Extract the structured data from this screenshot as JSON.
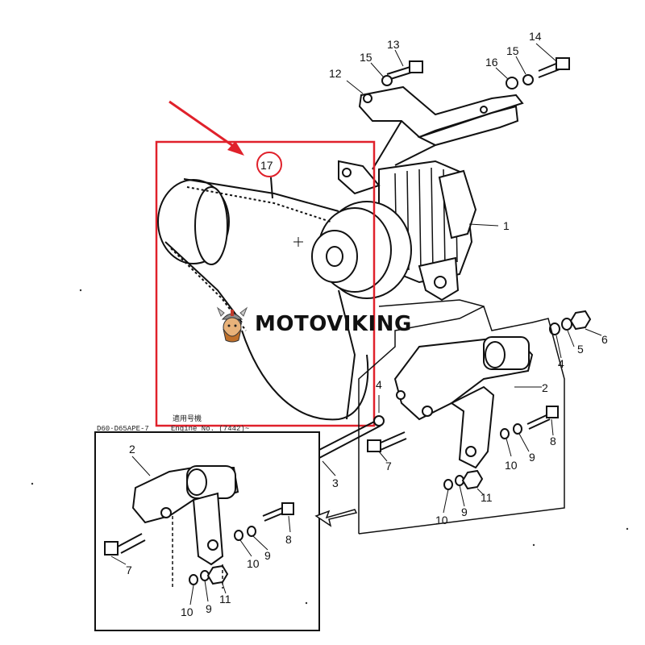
{
  "diagram": {
    "callouts": {
      "c1": "1",
      "c2a": "2",
      "c2b": "2",
      "c3": "3",
      "c4a": "4",
      "c4b": "4",
      "c5": "5",
      "c6": "6",
      "c7a": "7",
      "c7b": "7",
      "c8a": "8",
      "c8b": "8",
      "c9a": "9",
      "c9b": "9",
      "c9c": "9",
      "c9d": "9",
      "c10a": "10",
      "c10b": "10",
      "c10c": "10",
      "c10d": "10",
      "c11a": "11",
      "c11b": "11",
      "c12": "12",
      "c13": "13",
      "c14": "14",
      "c15a": "15",
      "c15b": "15",
      "c16": "16",
      "c17": "17"
    },
    "inset_note_line1": "D60·D65APE-7",
    "inset_note_line2": "Engine No. (7442)~",
    "inset_note_header": "適用号機",
    "highlight_color": "#e0212b",
    "line_color": "#111111"
  },
  "watermark": {
    "text": "MOTOVIKING",
    "logo_icon": "viking-head-icon"
  }
}
